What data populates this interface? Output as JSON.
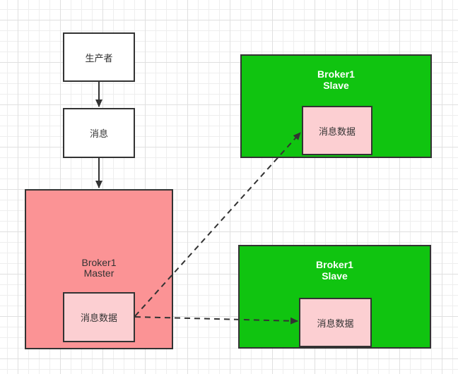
{
  "canvas": {
    "background": "#ffffff",
    "grid_minor_color": "#eeeeee",
    "grid_major_color": "#e0e0e0"
  },
  "colors": {
    "master_fill": "#FB9395",
    "slave_fill": "#10C410",
    "inner_box_fill": "#FCCFD2",
    "border": "#333333",
    "text": "#333333",
    "slave_title_text": "#ffffff",
    "connector": "#333333"
  },
  "nodes": {
    "producer": {
      "label": "生产者"
    },
    "message": {
      "label": "消息"
    },
    "master": {
      "title_line1": "Broker1",
      "title_line2": "Master",
      "data_label": "消息数据"
    },
    "slaves": [
      {
        "title_line1": "Broker1",
        "title_line2": "Slave",
        "data_label": "消息数据"
      },
      {
        "title_line1": "Broker1",
        "title_line2": "Slave",
        "data_label": "消息数据"
      }
    ]
  }
}
